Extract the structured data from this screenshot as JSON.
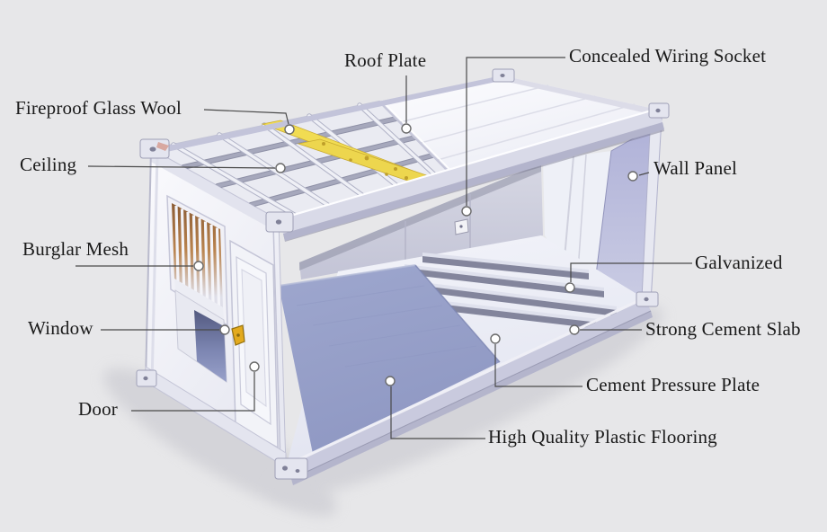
{
  "figure": {
    "type": "annotated_cutaway_diagram",
    "subject": "Prefab container house structure",
    "background_color": "#e7e7e9",
    "annotation_style": {
      "leader_line_color": "#4a4a4a",
      "marker_fill": "#ffffff",
      "marker_stroke": "#6a6a6a",
      "text_color": "#1a1a1a"
    },
    "labels": {
      "roof_plate": "Roof Plate",
      "concealed_wiring_socket": "Concealed Wiring Socket",
      "fireproof_glass_wool": "Fireproof Glass Wool",
      "ceiling": "Ceiling",
      "wall_panel": "Wall Panel",
      "burglar_mesh": "Burglar Mesh",
      "window": "Window",
      "galvanized": "Galvanized",
      "strong_cement_slab": "Strong Cement Slab",
      "cement_pressure_plate": "Cement Pressure Plate",
      "high_quality_plastic_flooring": "High Quality Plastic Flooring",
      "door": "Door"
    },
    "material_colors": {
      "glass_wool": "#f1dc52",
      "plastic_flooring": "#98a1ca",
      "wall_panel": "#b5b7dc",
      "structure_frame": "#c6c7dc",
      "door_handle": "#e0a81f",
      "burglar_mesh_backing": "#b9834e"
    }
  }
}
